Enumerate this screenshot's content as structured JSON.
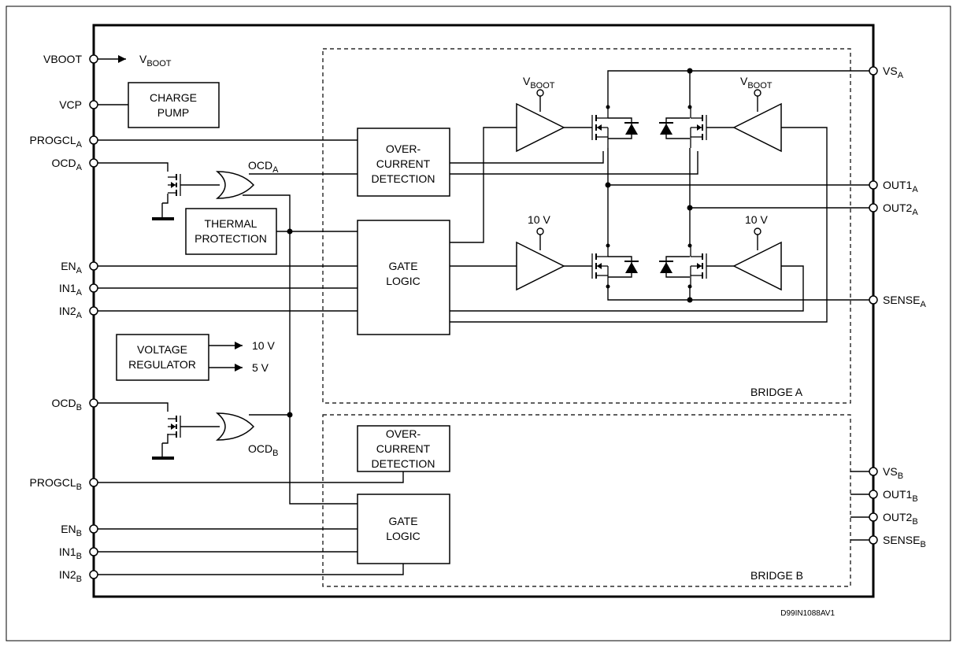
{
  "pins_left": {
    "vboot": "VBOOT",
    "vcp": "VCP",
    "progcl_a": [
      "PROGCL",
      "A"
    ],
    "ocd_a": [
      "OCD",
      "A"
    ],
    "en_a": [
      "EN",
      "A"
    ],
    "in1_a": [
      "IN1",
      "A"
    ],
    "in2_a": [
      "IN2",
      "A"
    ],
    "ocd_b": [
      "OCD",
      "B"
    ],
    "progcl_b": [
      "PROGCL",
      "B"
    ],
    "en_b": [
      "EN",
      "B"
    ],
    "in1_b": [
      "IN1",
      "B"
    ],
    "in2_b": [
      "IN2",
      "B"
    ]
  },
  "pins_right": {
    "vs_a": [
      "VS",
      "A"
    ],
    "out1_a": [
      "OUT1",
      "A"
    ],
    "out2_a": [
      "OUT2",
      "A"
    ],
    "sense_a": [
      "SENSE",
      "A"
    ],
    "vs_b": [
      "VS",
      "B"
    ],
    "out1_b": [
      "OUT1",
      "B"
    ],
    "out2_b": [
      "OUT2",
      "B"
    ],
    "sense_b": [
      "SENSE",
      "B"
    ]
  },
  "blocks": {
    "charge_pump": [
      "CHARGE",
      "PUMP"
    ],
    "thermal": [
      "THERMAL",
      "PROTECTION"
    ],
    "voltage_reg": [
      "VOLTAGE",
      "REGULATOR"
    ],
    "ocd_a_block": [
      "OVER-",
      "CURRENT",
      "DETECTION"
    ],
    "gate_a": [
      "GATE",
      "LOGIC"
    ],
    "ocd_b_block": [
      "OVER-",
      "CURRENT",
      "DETECTION"
    ],
    "gate_b": [
      "GATE",
      "LOGIC"
    ]
  },
  "labels": {
    "vboot_out": [
      "V",
      "BOOT"
    ],
    "vboot_drv": [
      "V",
      "BOOT"
    ],
    "ocd_a_gate": [
      "OCD",
      "A"
    ],
    "ocd_b_gate": [
      "OCD",
      "B"
    ],
    "ten_v": "10 V",
    "five_v": "5 V",
    "bridge_a": "BRIDGE A",
    "bridge_b": "BRIDGE B",
    "doc_id": "D99IN1088AV1"
  }
}
